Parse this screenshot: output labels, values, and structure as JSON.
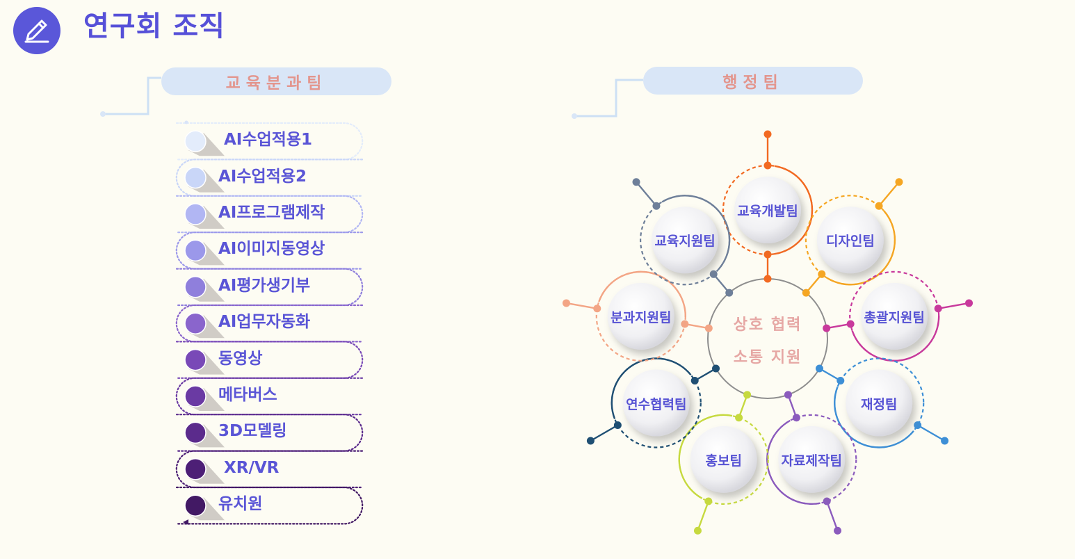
{
  "header": {
    "title": "연구회 조직",
    "icon": "pencil-icon",
    "icon_color": "#5a57d9",
    "title_color": "#5650d8"
  },
  "left_group": {
    "title": "교육분과팀",
    "items": [
      {
        "label": "AI수업적용1",
        "color": "#e3ecfb"
      },
      {
        "label": "AI수업적용2",
        "color": "#c9d6f8"
      },
      {
        "label": "AI프로그램제작",
        "color": "#b1b6f3"
      },
      {
        "label": "AI이미지동영상",
        "color": "#9b98ea"
      },
      {
        "label": "AI평가생기부",
        "color": "#8f7fdc"
      },
      {
        "label": "AI업무자동화",
        "color": "#8a65cc"
      },
      {
        "label": "동영상",
        "color": "#7949b7"
      },
      {
        "label": "메타버스",
        "color": "#6a3aa3"
      },
      {
        "label": "3D모델링",
        "color": "#5b2b8c"
      },
      {
        "label": "XR/VR",
        "color": "#4d1f76"
      },
      {
        "label": "유치원",
        "color": "#421964"
      }
    ]
  },
  "right_group": {
    "title": "행정팀",
    "center": {
      "line1": "상호 협력",
      "line2": "소통 지원"
    },
    "teams": [
      {
        "label": "교육개발팀",
        "color": "#f26a22"
      },
      {
        "label": "디자인팀",
        "color": "#f5a623"
      },
      {
        "label": "총괄지원팀",
        "color": "#c8399c"
      },
      {
        "label": "재정팀",
        "color": "#3d8fd6"
      },
      {
        "label": "자료제작팀",
        "color": "#8b5bbd"
      },
      {
        "label": "홍보팀",
        "color": "#c6d93f"
      },
      {
        "label": "연수협력팀",
        "color": "#1f4f73"
      },
      {
        "label": "분과지원팀",
        "color": "#f3a585"
      },
      {
        "label": "교육지원팀",
        "color": "#6e7f99"
      }
    ]
  }
}
